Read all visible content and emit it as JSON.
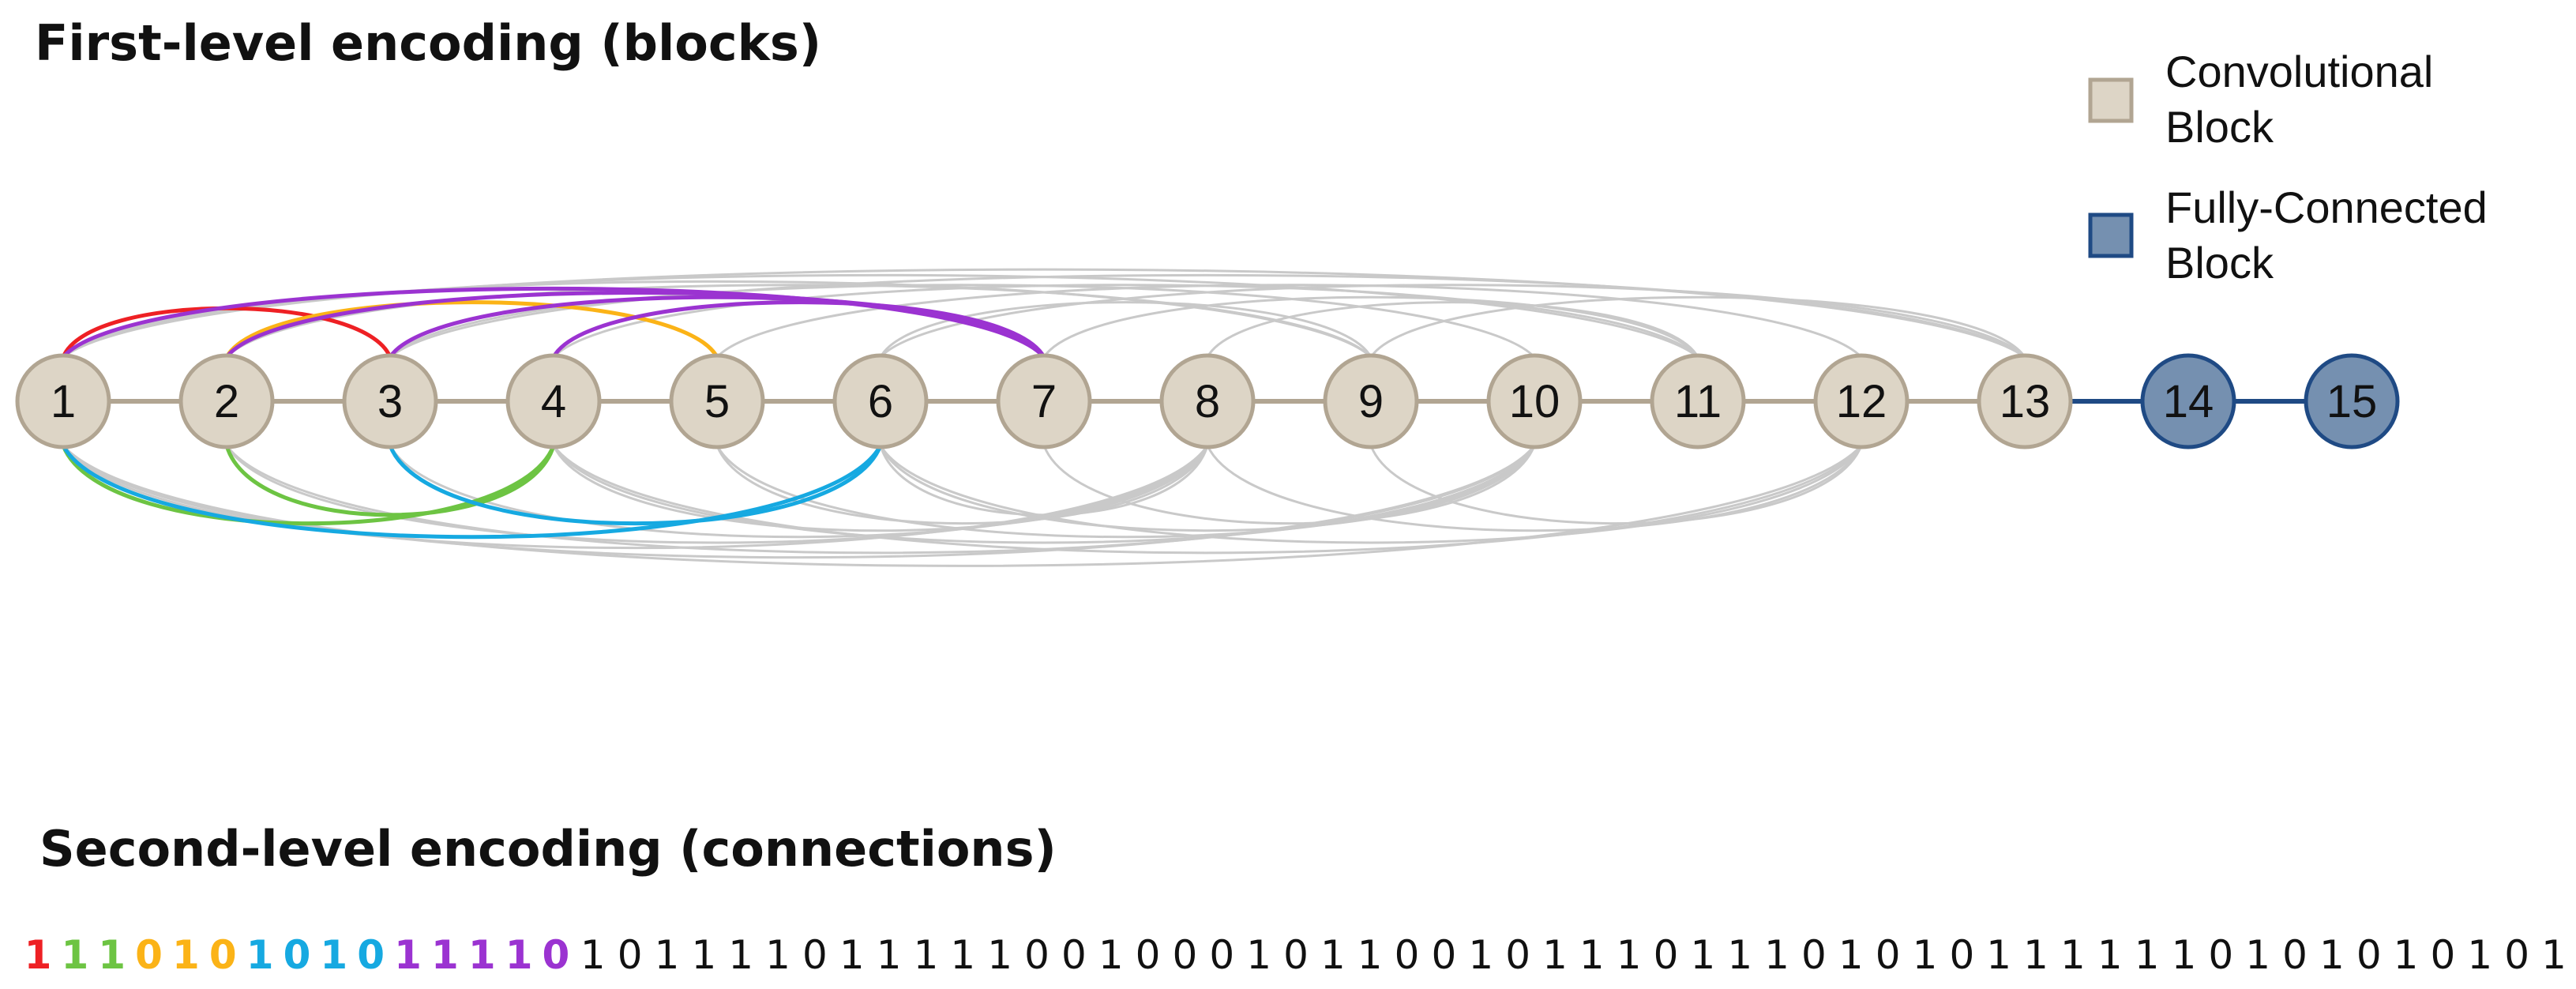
{
  "headings": {
    "first_level": "First-level encoding (blocks)",
    "second_level": "Second-level encoding (connections)"
  },
  "legend": [
    {
      "line1": "Convolutional",
      "line2": "Block",
      "fill": "#ddd5c6",
      "stroke": "#b1a592"
    },
    {
      "line1": "Fully-Connected",
      "line2": "Block",
      "fill": "#7590b0",
      "stroke": "#1f4a84"
    }
  ],
  "colors": {
    "conv_fill": "#ddd5c6",
    "conv_stroke": "#b1a592",
    "fc_fill": "#7590b0",
    "fc_stroke": "#1f4a84",
    "chain_conv": "#b1a592",
    "chain_fc": "#1f4a84",
    "skip_gray": "#c9c9c9",
    "red": "#ee2024",
    "green": "#6dc443",
    "orange": "#fbb317",
    "blue": "#16a9e1",
    "purple": "#9b33d1",
    "default_bit": "#111111"
  },
  "nodes": [
    {
      "id": 1,
      "label": "1",
      "type": "conv"
    },
    {
      "id": 2,
      "label": "2",
      "type": "conv"
    },
    {
      "id": 3,
      "label": "3",
      "type": "conv"
    },
    {
      "id": 4,
      "label": "4",
      "type": "conv"
    },
    {
      "id": 5,
      "label": "5",
      "type": "conv"
    },
    {
      "id": 6,
      "label": "6",
      "type": "conv"
    },
    {
      "id": 7,
      "label": "7",
      "type": "conv"
    },
    {
      "id": 8,
      "label": "8",
      "type": "conv"
    },
    {
      "id": 9,
      "label": "9",
      "type": "conv"
    },
    {
      "id": 10,
      "label": "10",
      "type": "conv"
    },
    {
      "id": 11,
      "label": "11",
      "type": "conv"
    },
    {
      "id": 12,
      "label": "12",
      "type": "conv"
    },
    {
      "id": 13,
      "label": "13",
      "type": "conv"
    },
    {
      "id": 14,
      "label": "14",
      "type": "fc"
    },
    {
      "id": 15,
      "label": "15",
      "type": "fc"
    }
  ],
  "highlighted_connections": [
    {
      "from": 1,
      "to": 3,
      "color": "red",
      "side": "top"
    },
    {
      "from": 1,
      "to": 4,
      "color": "green",
      "side": "bottom"
    },
    {
      "from": 2,
      "to": 4,
      "color": "green",
      "side": "bottom"
    },
    {
      "from": 2,
      "to": 5,
      "color": "orange",
      "side": "top"
    },
    {
      "from": 1,
      "to": 6,
      "color": "blue",
      "side": "bottom"
    },
    {
      "from": 3,
      "to": 6,
      "color": "blue",
      "side": "bottom"
    },
    {
      "from": 1,
      "to": 7,
      "color": "purple",
      "side": "top"
    },
    {
      "from": 2,
      "to": 7,
      "color": "purple",
      "side": "top"
    },
    {
      "from": 3,
      "to": 7,
      "color": "purple",
      "side": "top"
    },
    {
      "from": 4,
      "to": 7,
      "color": "purple",
      "side": "top"
    }
  ],
  "other_connections": [
    {
      "from": 1,
      "to": 9,
      "side": "top"
    },
    {
      "from": 2,
      "to": 9,
      "side": "top"
    },
    {
      "from": 3,
      "to": 10,
      "side": "top"
    },
    {
      "from": 1,
      "to": 11,
      "side": "top"
    },
    {
      "from": 4,
      "to": 11,
      "side": "top"
    },
    {
      "from": 5,
      "to": 12,
      "side": "top"
    },
    {
      "from": 1,
      "to": 13,
      "side": "top"
    },
    {
      "from": 3,
      "to": 13,
      "side": "top"
    },
    {
      "from": 6,
      "to": 13,
      "side": "top"
    },
    {
      "from": 7,
      "to": 11,
      "side": "top"
    },
    {
      "from": 8,
      "to": 11,
      "side": "top"
    },
    {
      "from": 9,
      "to": 13,
      "side": "top"
    },
    {
      "from": 6,
      "to": 9,
      "side": "top"
    },
    {
      "from": 1,
      "to": 8,
      "side": "bottom"
    },
    {
      "from": 2,
      "to": 8,
      "side": "bottom"
    },
    {
      "from": 3,
      "to": 8,
      "side": "bottom"
    },
    {
      "from": 4,
      "to": 8,
      "side": "bottom"
    },
    {
      "from": 5,
      "to": 8,
      "side": "bottom"
    },
    {
      "from": 6,
      "to": 8,
      "side": "bottom"
    },
    {
      "from": 1,
      "to": 10,
      "side": "bottom"
    },
    {
      "from": 2,
      "to": 10,
      "side": "bottom"
    },
    {
      "from": 4,
      "to": 10,
      "side": "bottom"
    },
    {
      "from": 5,
      "to": 10,
      "side": "bottom"
    },
    {
      "from": 6,
      "to": 10,
      "side": "bottom"
    },
    {
      "from": 7,
      "to": 10,
      "side": "bottom"
    },
    {
      "from": 1,
      "to": 12,
      "side": "bottom"
    },
    {
      "from": 4,
      "to": 12,
      "side": "bottom"
    },
    {
      "from": 6,
      "to": 12,
      "side": "bottom"
    },
    {
      "from": 8,
      "to": 12,
      "side": "bottom"
    },
    {
      "from": 9,
      "to": 12,
      "side": "bottom"
    }
  ],
  "bits": {
    "values": "111010101011110101111011111001000101100101110111010101111110101010101",
    "highlight": [
      {
        "count": 1,
        "color": "red"
      },
      {
        "count": 2,
        "color": "green"
      },
      {
        "count": 3,
        "color": "orange"
      },
      {
        "count": 4,
        "color": "blue"
      },
      {
        "count": 5,
        "color": "purple"
      }
    ]
  }
}
